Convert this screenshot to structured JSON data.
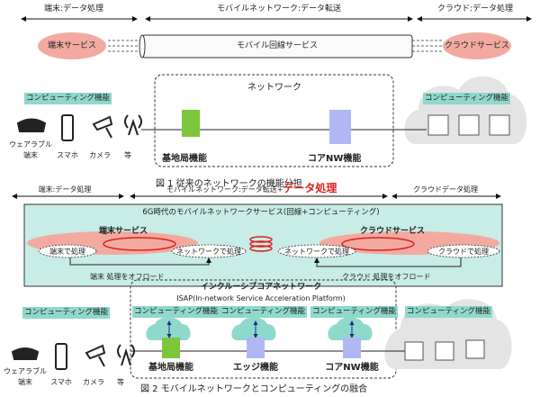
{
  "fig1": {
    "ranges": [
      "端末:データ処理",
      "モバイルネットワーク:データ転送",
      "クラウド:データ処理"
    ],
    "terminal_service": "端末サービス",
    "mobile_line_service": "モバイル回線サービス",
    "cloud_service": "クラウドサービス",
    "network": "ネットワーク",
    "computing": "コンピューティング機能",
    "devices": [
      "ウェアラブル",
      "端末",
      "スマホ",
      "カメラ",
      "等"
    ],
    "base_station": "基地局機能",
    "core_nw": "コアNW機能",
    "caption": "図 1 従来のネットワークの機能分担"
  },
  "fig2": {
    "range_terminal": "端末:データ処理",
    "range_mobile": "モバイルネットワーク:データ転送+",
    "range_mobile_red": "データ処理",
    "range_cloud": "クラウドデータ処理",
    "service_title": "6G時代のモバイルネットワークサービス(回線+コンピューティング)",
    "terminal_service": "端末サービス",
    "cloud_service": "クラウドサービス",
    "proc_terminal": "端末で処理",
    "proc_network": "ネットワークで処理",
    "proc_cloud": "クラウドで処理",
    "offload_terminal": "端末 処理をオフロード",
    "offload_cloud": "クラウド 処理をオフロード",
    "inclusive": "インクルーシブコアネットワーク",
    "isap": "ISAP(In-network Service Acceleration Platform)",
    "computing": "コンピューティング機能",
    "devices": [
      "ウェアラブル",
      "端末",
      "スマホ",
      "カメラ",
      "等"
    ],
    "base_station": "基地局機能",
    "edge": "エッジ機能",
    "core_nw": "コアNW機能",
    "caption": "図 2 モバイルネットワークとコンピューティングの融合"
  },
  "colors": {
    "teal": "#8fd8cc",
    "pink": "#f2aaa0",
    "red": "#e02020",
    "green": "#7cc63c",
    "blue": "#b0b8f4",
    "cloud": "#e4e4e4"
  }
}
